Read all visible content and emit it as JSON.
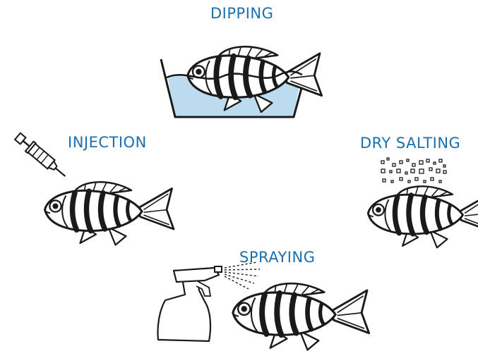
{
  "labels": {
    "dipping": "DIPPING",
    "injection": "INJECTION",
    "dry_salting": "DRY SALTING",
    "spraying": "SPRAYING"
  },
  "colors": {
    "label": "#1a6fb0",
    "water": "#bcdbee",
    "ink": "#1a1a1a"
  },
  "icons": [
    "fish-icon",
    "basin-icon",
    "syringe-icon",
    "salt-crystals-icon",
    "spray-bottle-icon"
  ]
}
